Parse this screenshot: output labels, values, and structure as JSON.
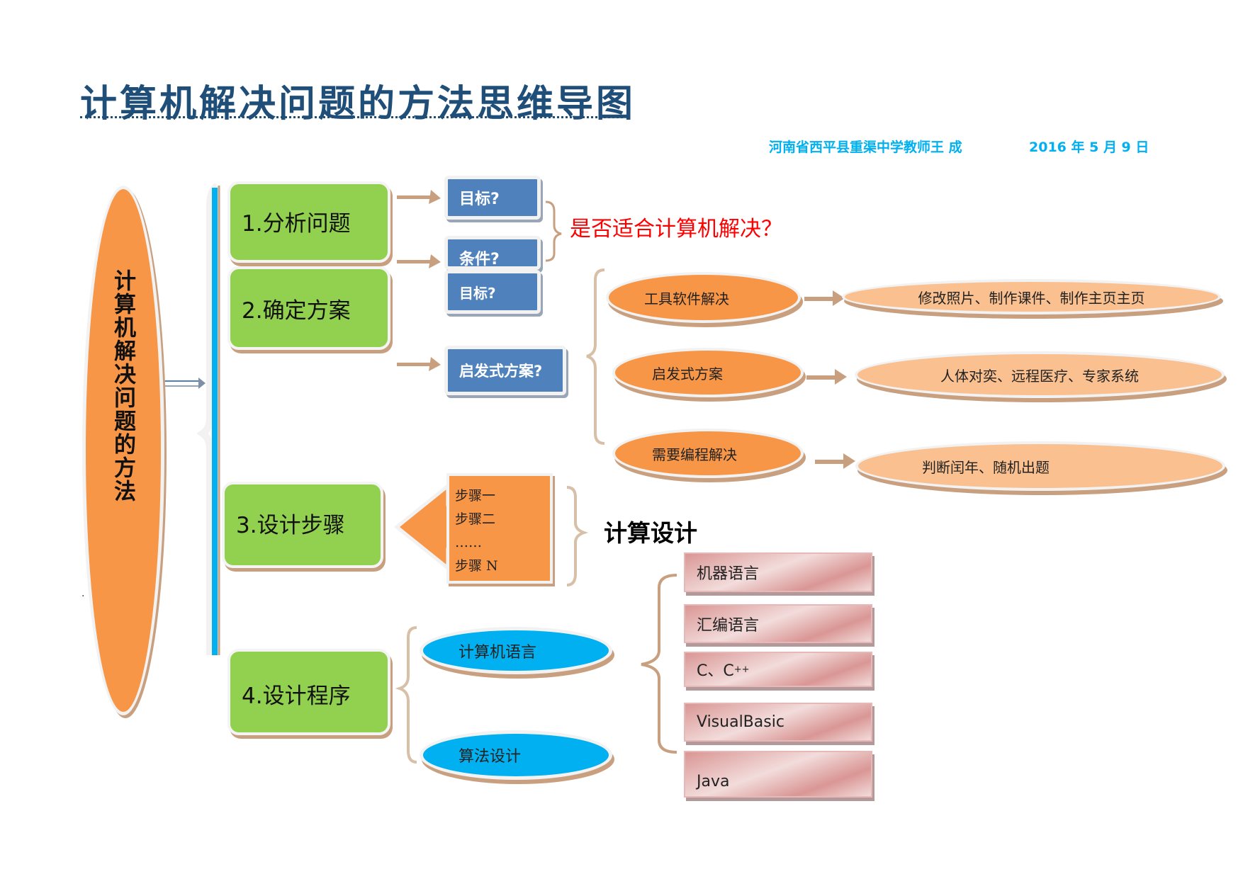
{
  "header": {
    "title": "计算机解决问题的方法思维导图",
    "author": "河南省西平县重渠中学教师王  成",
    "date": "2016 年 5 月 9 日"
  },
  "root": {
    "label": "计算机解决问题的方法"
  },
  "steps": [
    {
      "label": "1.分析问题"
    },
    {
      "label": "2.确定方案"
    },
    {
      "label": "3.设计步骤"
    },
    {
      "label": "4.设计程序"
    }
  ],
  "analysis": {
    "items": [
      "目标?",
      "条件?"
    ],
    "conclusion": "是否适合计算机解决？"
  },
  "plan": {
    "items": [
      "目标?",
      "启发式方案?"
    ],
    "approaches": [
      {
        "label": "工具软件解决",
        "examples": "修改照片、制作课件、制作主页主页"
      },
      {
        "label": "启发式方案",
        "examples": "人体对奕、远程医疗、专家系统"
      },
      {
        "label": "需要编程解决",
        "examples": "判断闰年、随机出题"
      }
    ]
  },
  "design": {
    "items": [
      "步骤一",
      "步骤二",
      "……",
      "步骤 N"
    ],
    "summary": "计算设计"
  },
  "program": {
    "branches": [
      "计算机语言",
      "算法设计"
    ],
    "languages": [
      "机器语言",
      "汇编语言",
      "C、C",
      "VisualBasic",
      "Java"
    ],
    "cpp_superscript": "++"
  },
  "colors": {
    "title": "#1f4e79",
    "author": "#00b0f0",
    "root": "#f79646",
    "step_box": "#92d050",
    "question_box": "#4f81bd",
    "conclusion": "#ff0000",
    "approach": "#f79646",
    "example": "#fac090",
    "branch": "#00b0f0",
    "language_box": "#d99694"
  }
}
